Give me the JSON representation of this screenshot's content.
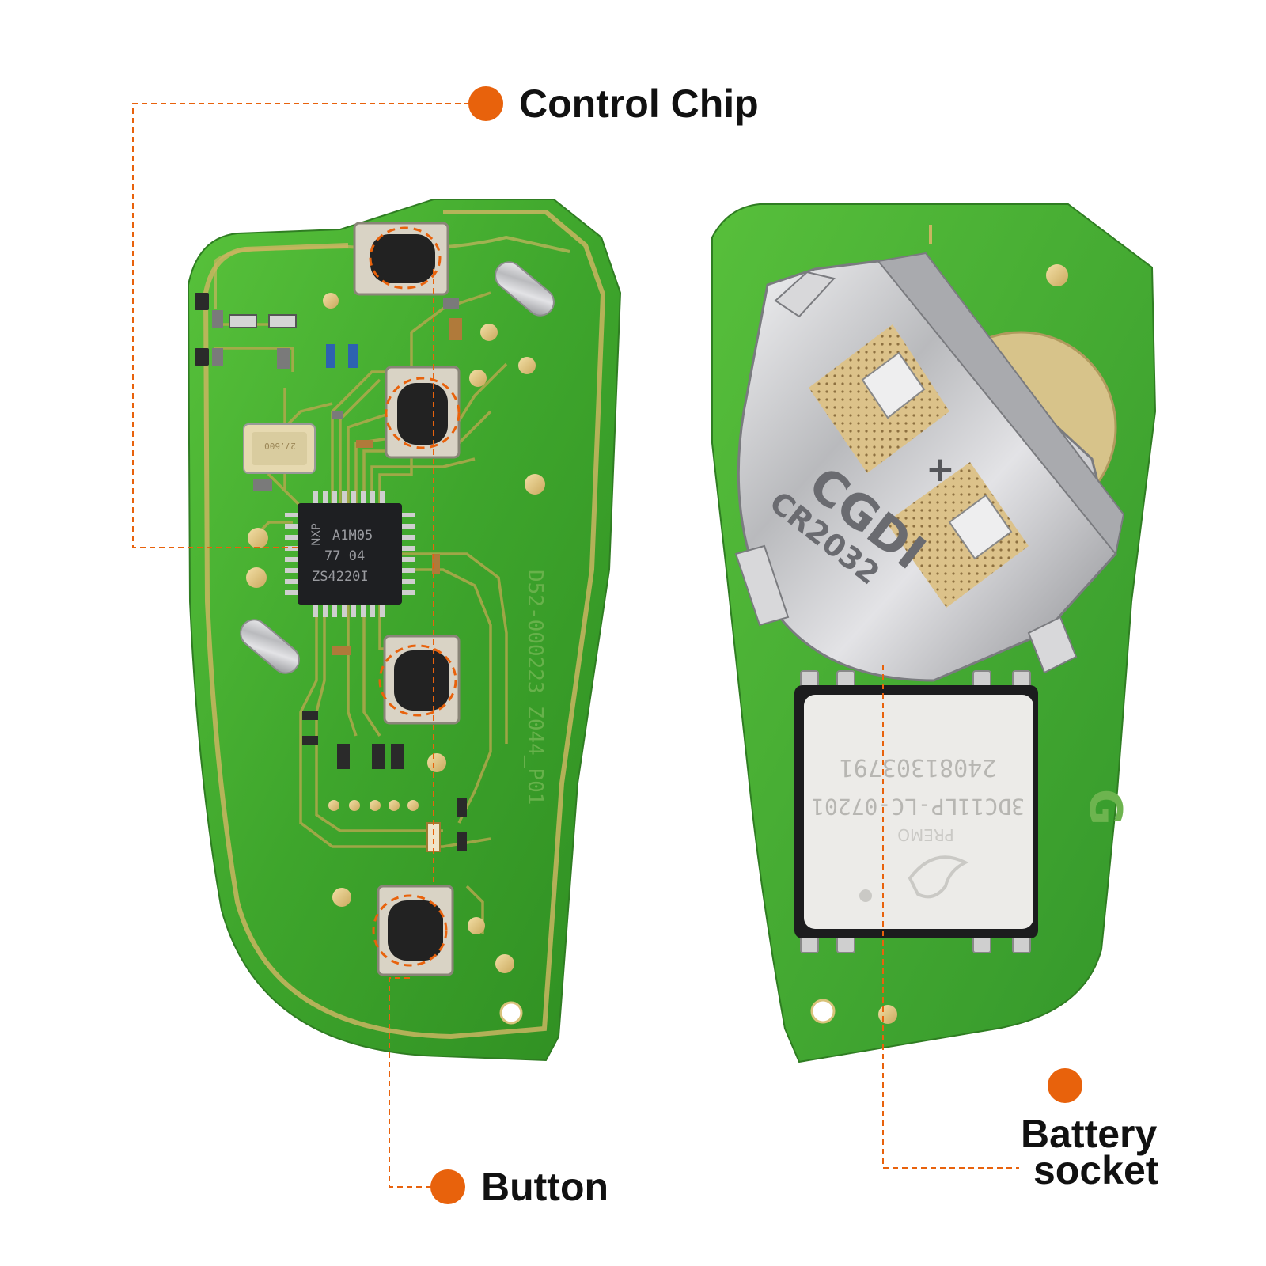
{
  "callouts": {
    "control_chip": "Control Chip",
    "button": "Button",
    "battery_line1": "Battery",
    "battery_line2": "socket"
  },
  "board_left": {
    "chip_line1": "A1M05",
    "chip_line2": "77 04",
    "chip_line3": "ZS4220I",
    "crystal": "27.600",
    "silkscreen": "D52-000223 Z044_P01"
  },
  "board_right": {
    "battery_brand": "CGDI",
    "battery_type": "CR2032",
    "coil_line1": "24081303791",
    "coil_line2": "3DC11LP-LC-07201",
    "coil_line3": "PREMO",
    "polarity": "+"
  },
  "colors": {
    "accent": "#e8620c",
    "pcb_green": "#3faf2f",
    "trace": "#c9b560",
    "pad": "#e9cf8a",
    "metal": "#c9c9cc",
    "chip": "#1e1f22"
  }
}
